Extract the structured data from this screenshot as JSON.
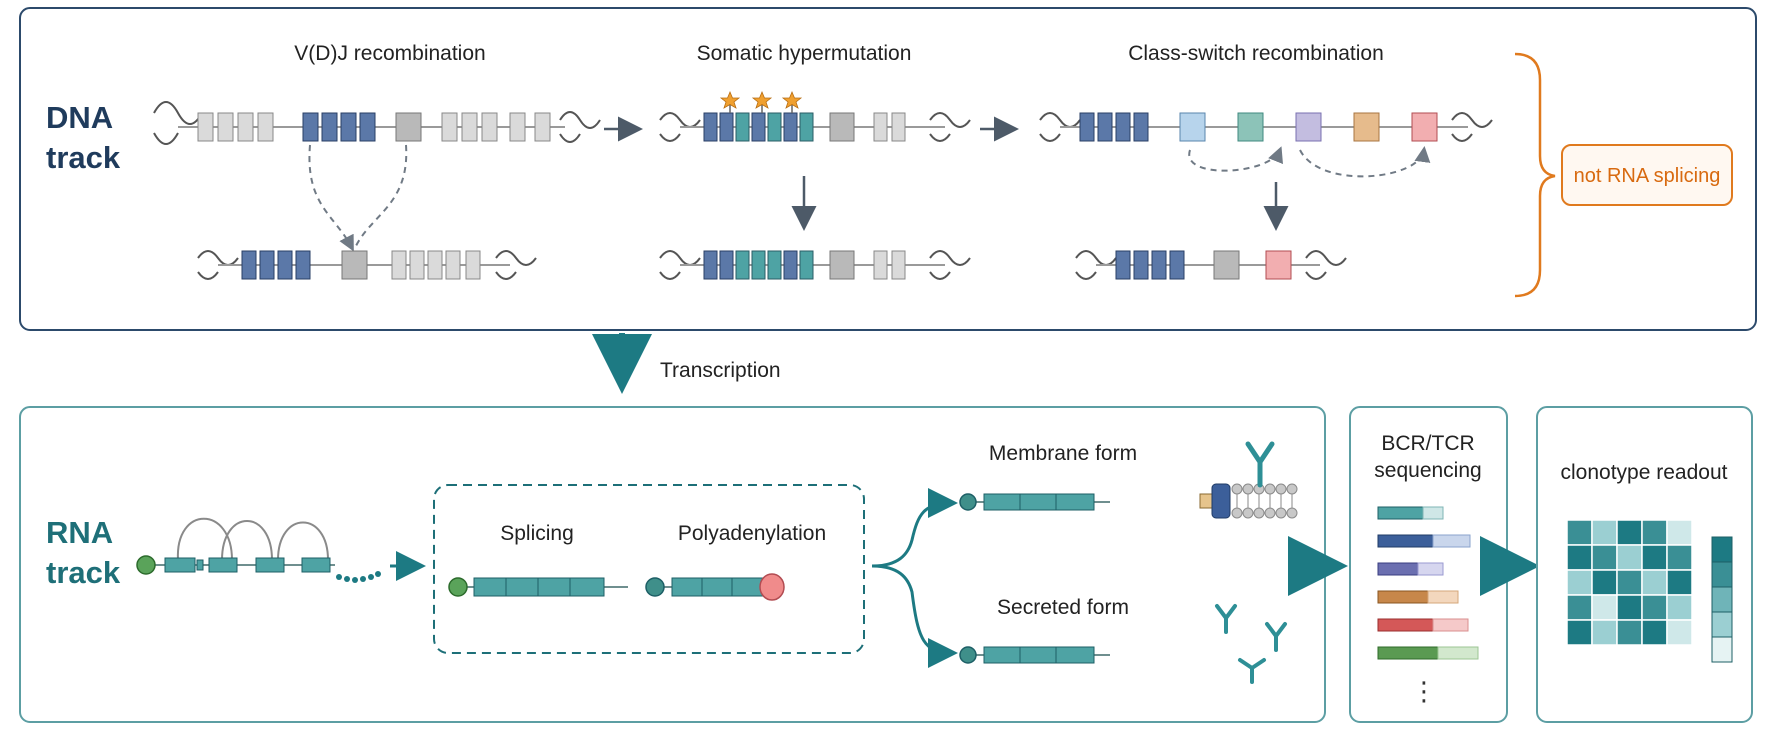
{
  "dna_track": {
    "label_line1": "DNA",
    "label_line2": "track",
    "steps": {
      "vdj": "V(D)J recombination",
      "shm": "Somatic hypermutation",
      "csr": "Class-switch recombination"
    },
    "callout": "not RNA splicing"
  },
  "transcription_label": "Transcription",
  "rna_track": {
    "label_line1": "RNA",
    "label_line2": "track",
    "splicing": "Splicing",
    "polyadenylation": "Polyadenylation",
    "membrane_form": "Membrane form",
    "secreted_form": "Secreted form"
  },
  "sequencing": {
    "title_line1": "BCR/TCR",
    "title_line2": "sequencing",
    "ellipsis": "⋮"
  },
  "clonotype": {
    "title": "clonotype readout"
  },
  "colors": {
    "dna_navy": "#1f3b5c",
    "rna_teal": "#1e6f78",
    "dark_teal": "#1d7a83",
    "orange": "#e07a1e",
    "segment_navy": "#5b78a8",
    "segment_teal": "#4ea3a4",
    "segment_gray": "#b9b9b9",
    "segment_light": "#dadada",
    "star": "#f0a030"
  }
}
